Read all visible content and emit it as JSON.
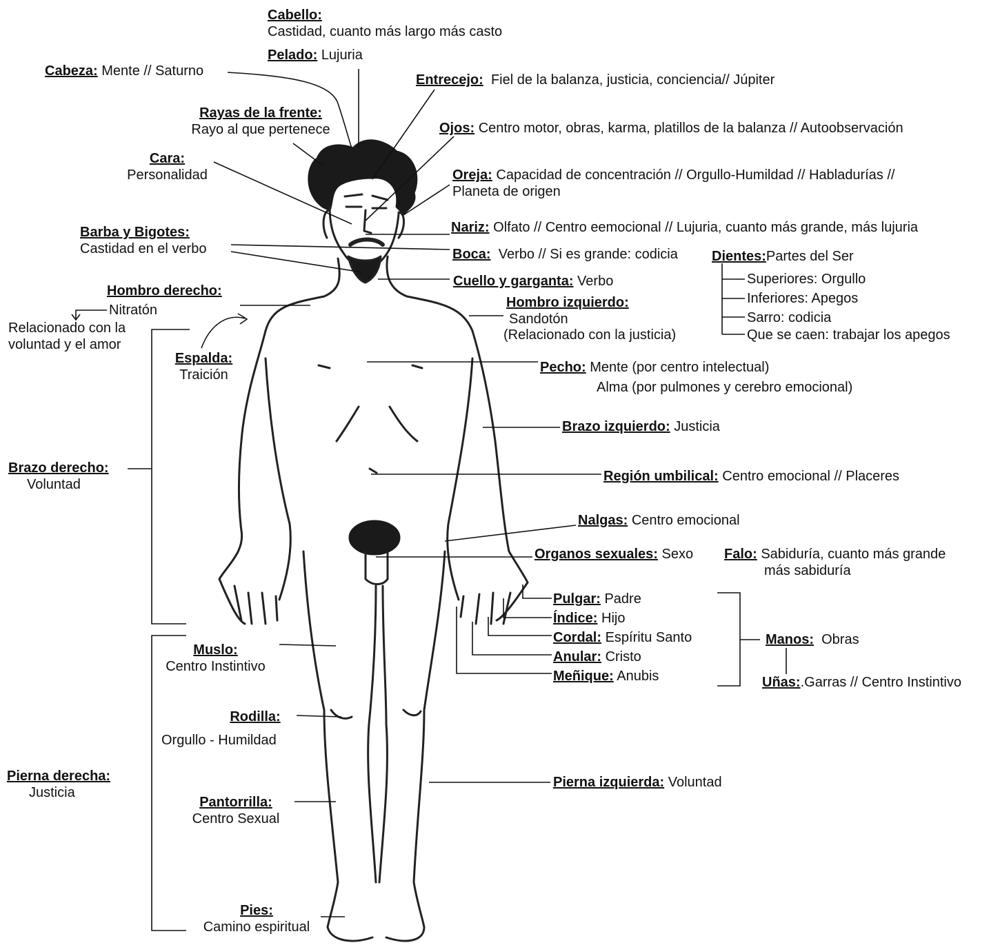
{
  "labels": {
    "cabello": {
      "title": "Cabello:",
      "desc": "Castidad, cuanto más largo más casto"
    },
    "pelado": {
      "title": "Pelado:",
      "desc": "Lujuria"
    },
    "cabeza": {
      "title": "Cabeza:",
      "desc": "Mente // Saturno"
    },
    "entrecejo": {
      "title": "Entrecejo:",
      "desc": "Fiel de la balanza, justicia, conciencia// Júpiter"
    },
    "rayas": {
      "title": "Rayas de la frente:",
      "desc": "Rayo al que pertenece"
    },
    "ojos": {
      "title": "Ojos:",
      "desc": "Centro  motor, obras, karma, platillos de la balanza // Autoobservación"
    },
    "cara": {
      "title": "Cara:",
      "desc": "Personalidad"
    },
    "oreja": {
      "title": "Oreja:",
      "desc": "Capacidad de concentración //  Orgullo-Humildad // Habladurías //",
      "desc2": "Planeta de origen"
    },
    "barba": {
      "title": "Barba y Bigotes:",
      "desc": "Castidad en el verbo"
    },
    "nariz": {
      "title": "Nariz:",
      "desc": "Olfato // Centro eemocional // Lujuria, cuanto más grande, más lujuria"
    },
    "boca": {
      "title": "Boca:",
      "desc": "Verbo // Si es grande: codicia"
    },
    "dientes": {
      "title": "Dientes:",
      "desc": "Partes del Ser",
      "items": [
        "Superiores: Orgullo",
        "Inferiores: Apegos",
        "Sarro: codicia",
        "Que se caen: trabajar los apegos"
      ]
    },
    "cuello": {
      "title": "Cuello y garganta:",
      "desc": "Verbo"
    },
    "hombro_der": {
      "title": "Hombro derecho:",
      "desc": "Nitratón",
      "note": "Relacionado con la",
      "note2": "voluntad y el amor"
    },
    "hombro_izq": {
      "title": "Hombro izquierdo:",
      "desc": "Sandotón",
      "desc2": "(Relacionado con la justicia)"
    },
    "espalda": {
      "title": "Espalda:",
      "desc": "Traición"
    },
    "pecho": {
      "title": "Pecho:",
      "desc": "Mente (por centro intelectual)",
      "desc2": "Alma (por pulmones y cerebro emocional)"
    },
    "brazo_izq": {
      "title": "Brazo izquierdo:",
      "desc": "Justicia"
    },
    "brazo_der": {
      "title": "Brazo derecho:",
      "desc": "Voluntad"
    },
    "umbilical": {
      "title": "Región umbilical:",
      "desc": "Centro emocional // Placeres"
    },
    "nalgas": {
      "title": "Nalgas:",
      "desc": "Centro emocional"
    },
    "organos": {
      "title": "Organos sexuales:",
      "desc": "Sexo"
    },
    "falo": {
      "title": "Falo:",
      "desc": "Sabiduría, cuanto más grande",
      "desc2": "más sabiduría"
    },
    "pulgar": {
      "title": "Pulgar:",
      "desc": "Padre"
    },
    "indice": {
      "title": "Índice:",
      "desc": "Hijo"
    },
    "cordal": {
      "title": "Cordal:",
      "desc": "Espíritu Santo"
    },
    "anular": {
      "title": "Anular:",
      "desc": "Cristo"
    },
    "menique": {
      "title": "Meñique:",
      "desc": "Anubis"
    },
    "manos": {
      "title": "Manos:",
      "desc": "Obras"
    },
    "unas": {
      "title": "Uñas:",
      "desc": ".Garras // Centro Instintivo"
    },
    "muslo": {
      "title": "Muslo:",
      "desc": "Centro Instintivo"
    },
    "rodilla": {
      "title": "Rodilla:",
      "desc": "Orgullo - Humildad"
    },
    "pierna_der": {
      "title": "Pierna derecha:",
      "desc": "Justicia"
    },
    "pierna_izq": {
      "title": "Pierna izquierda:",
      "desc": "Voluntad"
    },
    "pantorrilla": {
      "title": "Pantorrilla:",
      "desc": "Centro Sexual"
    },
    "pies": {
      "title": "Pies:",
      "desc": "Camino espiritual"
    }
  },
  "colors": {
    "ink": "#111111",
    "background": "#ffffff"
  }
}
